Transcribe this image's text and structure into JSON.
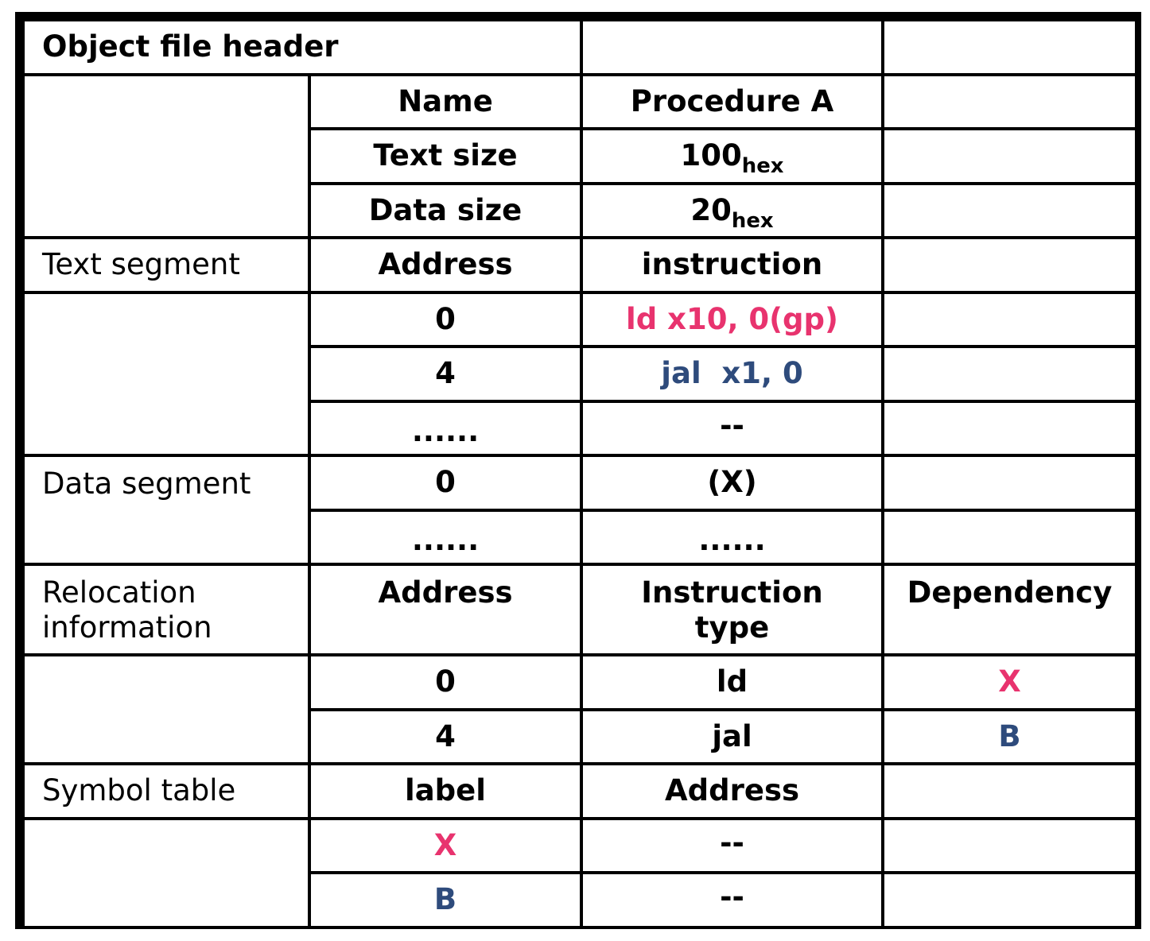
{
  "header_row": {
    "title": "Object file header"
  },
  "header_info": [
    {
      "field": "Name",
      "value": "Procedure A",
      "sub": ""
    },
    {
      "field": "Text size",
      "value": "100",
      "sub": "hex"
    },
    {
      "field": "Data size",
      "value": "20",
      "sub": "hex"
    }
  ],
  "text_segment": {
    "label": "Text segment",
    "col_address": "Address",
    "col_instruction": "instruction",
    "rows": [
      {
        "address": "0",
        "instruction": "ld x10, 0(gp)"
      },
      {
        "address": "4",
        "instruction": "jal  x1, 0"
      },
      {
        "address": "......",
        "instruction": "--"
      }
    ]
  },
  "data_segment": {
    "label": "Data segment",
    "rows": [
      {
        "address": "0",
        "value": "(X)"
      },
      {
        "address": "......",
        "value": "......"
      }
    ]
  },
  "relocation": {
    "label_line1": "Relocation",
    "label_line2": "information",
    "col_address": "Address",
    "col_type_line1": "Instruction",
    "col_type_line2": "type",
    "col_dependency": "Dependency",
    "rows": [
      {
        "address": "0",
        "type": "ld",
        "dependency": "X"
      },
      {
        "address": "4",
        "type": "jal",
        "dependency": "B"
      }
    ]
  },
  "symbol_table": {
    "label": "Symbol table",
    "col_label": "label",
    "col_address": "Address",
    "rows": [
      {
        "label": "X",
        "address": "--"
      },
      {
        "label": "B",
        "address": "--"
      }
    ]
  },
  "colors": {
    "pink": "#e8336e",
    "blue": "#2e4b7c",
    "border": "#000000"
  }
}
